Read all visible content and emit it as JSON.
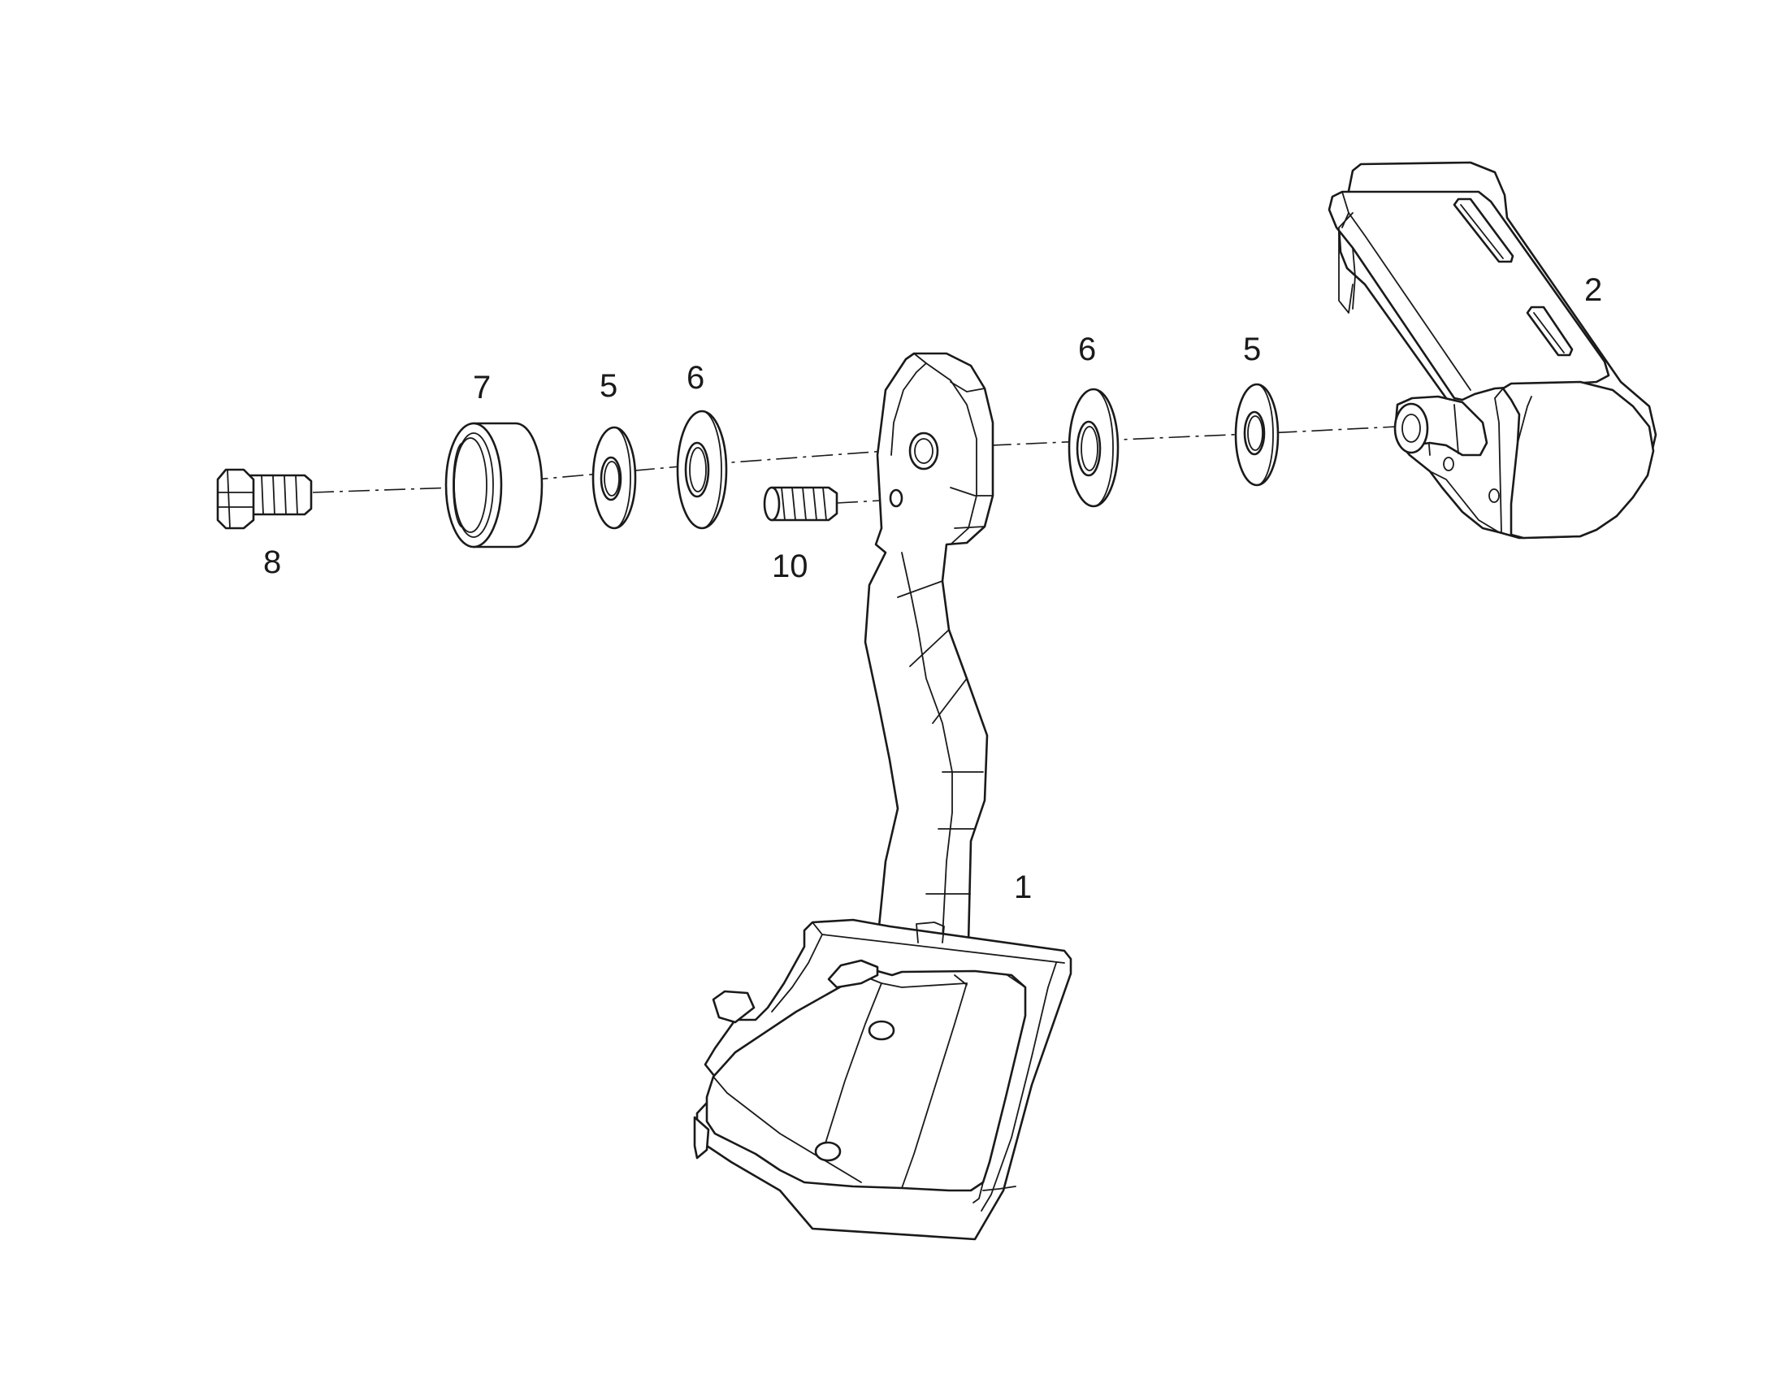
{
  "callouts": {
    "part_1": "1",
    "part_2": "2",
    "part_5_left": "5",
    "part_5_right": "5",
    "part_6_left": "6",
    "part_6_right": "6",
    "part_7": "7",
    "part_8": "8",
    "part_10": "10"
  }
}
